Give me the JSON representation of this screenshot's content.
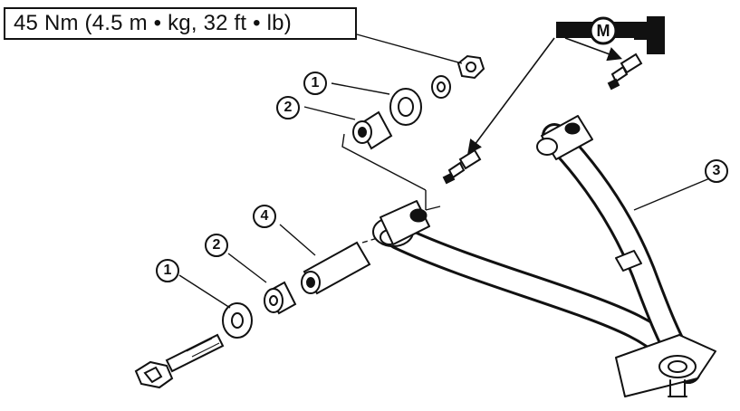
{
  "torque_spec": "45 Nm (4.5 m • kg, 32 ft • lb)",
  "grease_symbol": "M",
  "callouts": {
    "part_1_upper": "1",
    "part_2_upper": "2",
    "part_1_lower": "1",
    "part_2_lower": "2",
    "part_3": "3",
    "part_4": "4"
  },
  "colors": {
    "ink": "#111111",
    "paper": "#ffffff"
  }
}
